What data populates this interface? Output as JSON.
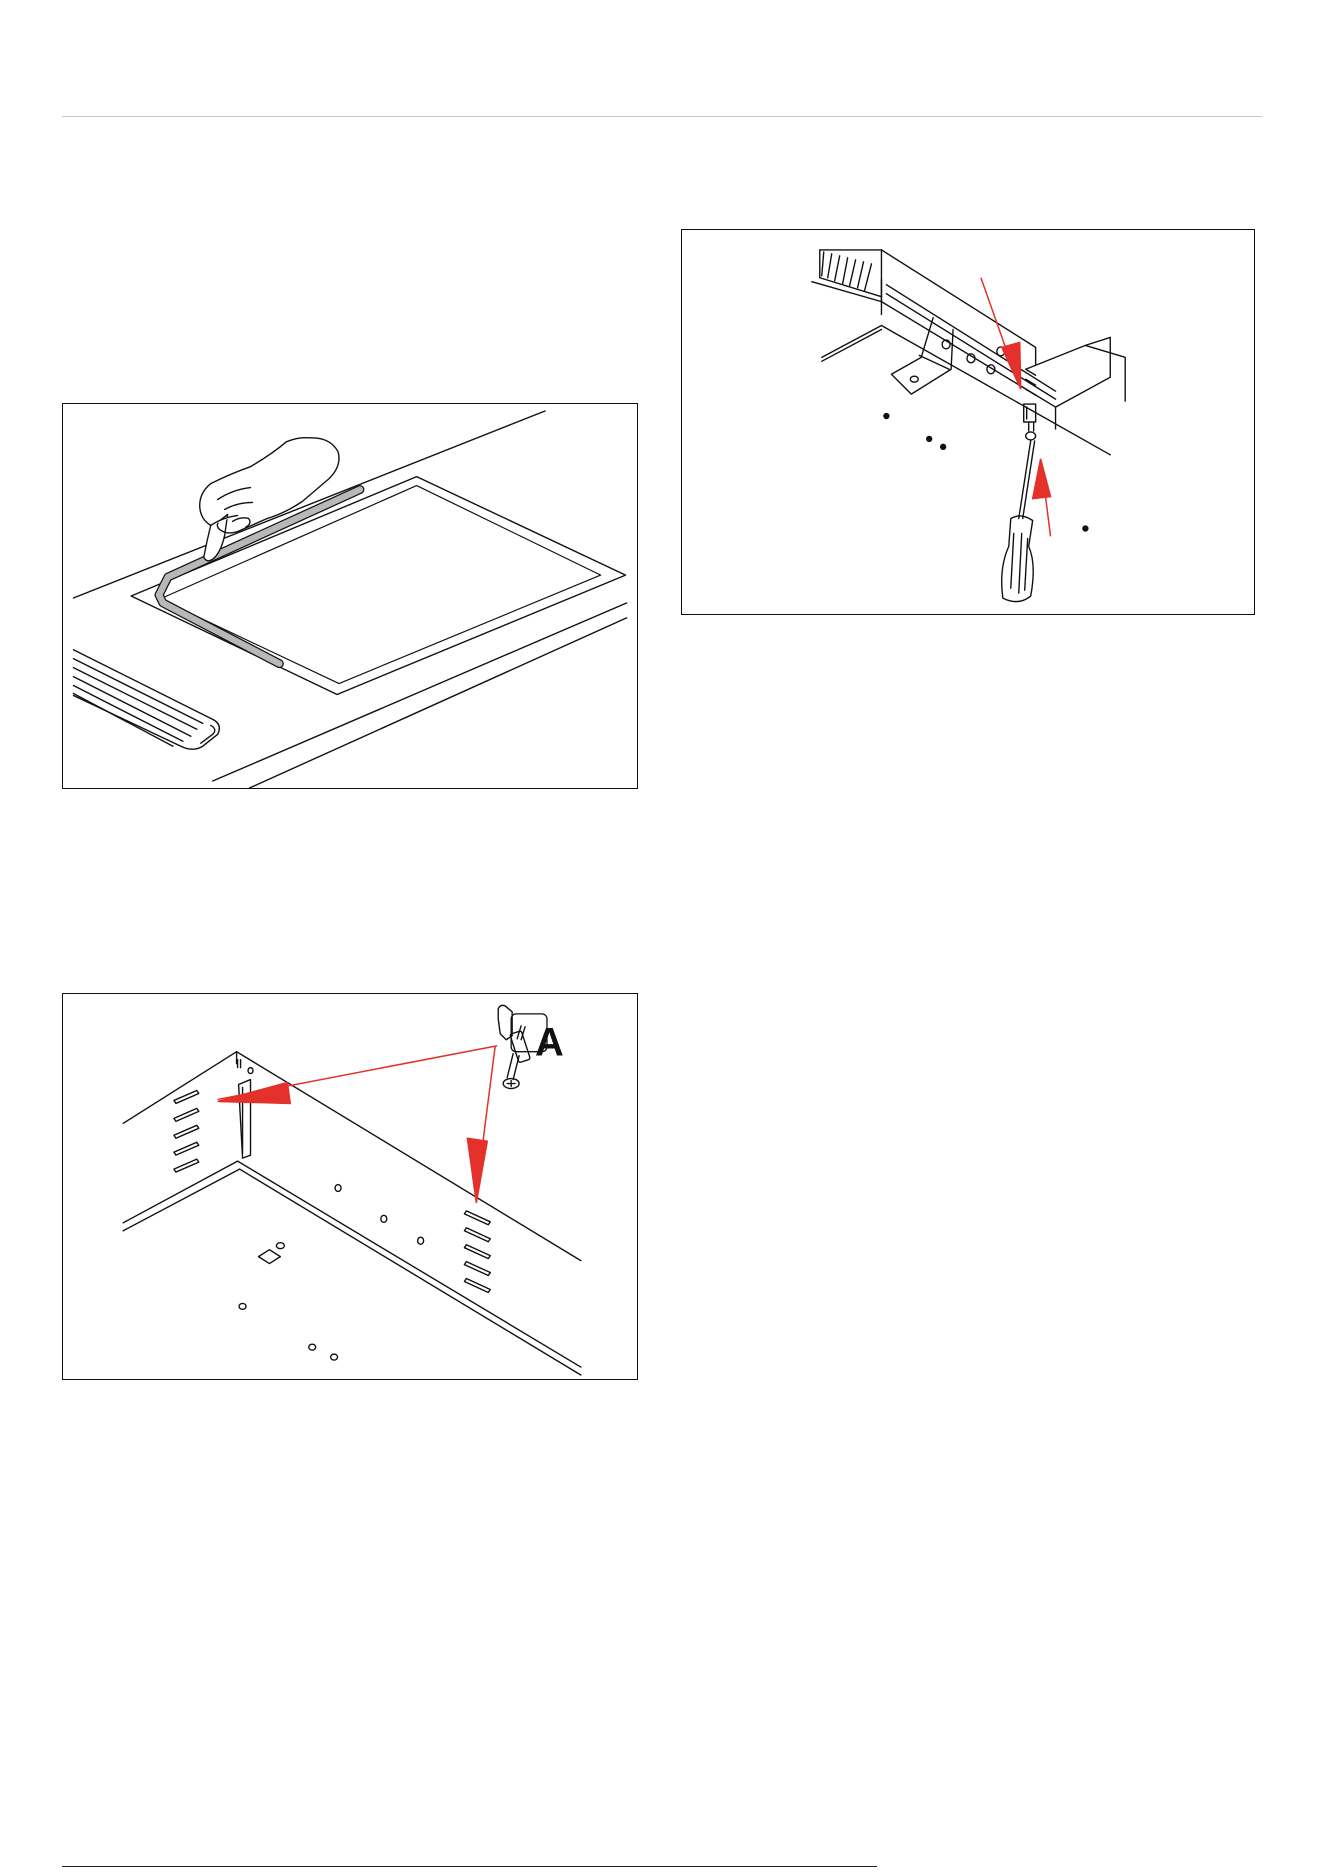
{
  "figures": [
    {
      "id": "gasket-fitting"
    },
    {
      "id": "clamp-positions",
      "callout_label": "A"
    },
    {
      "id": "clamp-screw-tightening"
    }
  ],
  "colors": {
    "line": "#111111",
    "arrow_red": "#e4312b",
    "gasket_grey": "#b8b8b8"
  }
}
